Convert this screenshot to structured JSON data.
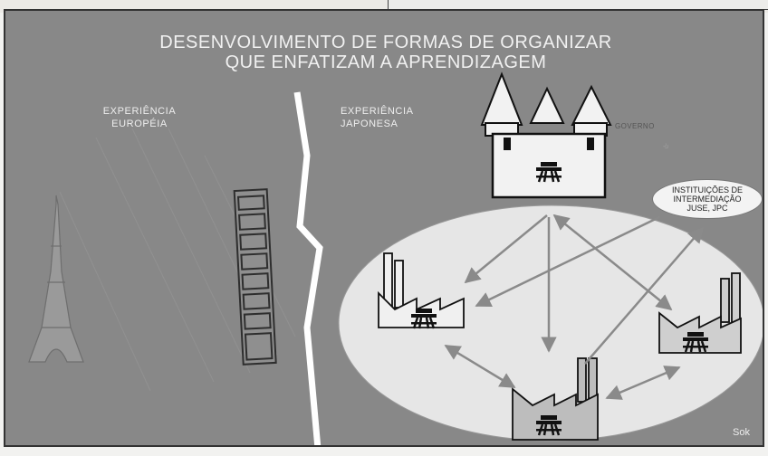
{
  "slide": {
    "title_line1": "DESENVOLVIMENTO DE FORMAS DE ORGANIZAR",
    "title_line2": "QUE ENFATIZAM A APRENDIZAGEM",
    "europe_label_line1": "EXPERIÊNCIA",
    "europe_label_line2": "EUROPÉIA",
    "japan_label_line1": "EXPERIÊNCIA",
    "japan_label_line2": "JAPONESA",
    "government_label": "GOVERNO",
    "institutions_line1": "INSTITUIÇÕES DE",
    "institutions_line2": "INTERMEDIAÇÃO",
    "institutions_line3": "JUSE, JPC",
    "credit": "Sok"
  },
  "icons": {
    "eiffel": "eiffel-tower-icon",
    "pisa": "leaning-tower-icon",
    "castle": "castle-icon",
    "factory": "factory-icon",
    "table": "picnic-table-icon"
  },
  "colors": {
    "background": "#888888",
    "ellipse": "#e6e6e6",
    "arrow": "#8a8a8a",
    "title": "#f1f1f1"
  }
}
